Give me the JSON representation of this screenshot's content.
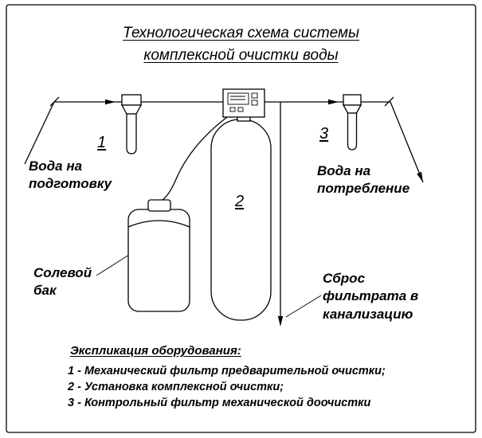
{
  "title": {
    "text": "Технологическая схема системы\nкомплексной очистки воды"
  },
  "diagram": {
    "labels": {
      "water_inlet": "Вода на\nподготовку",
      "water_outlet": "Вода на\nпотребление",
      "brine_tank": "Солевой\nбак",
      "drain": "Сброс\nфильтрата в\nканализацию"
    },
    "markers": {
      "filter_pre": "1",
      "unit_main": "2",
      "filter_post": "3"
    }
  },
  "legend": {
    "heading": "Экспликация оборудования:",
    "items": [
      "1 - Механический фильтр предварительной очистки;",
      "2 - Установка комплексной очистки;",
      "3 - Контрольный фильтр механической доочистки"
    ]
  },
  "colors": {
    "line": "#000000",
    "background": "#ffffff"
  }
}
